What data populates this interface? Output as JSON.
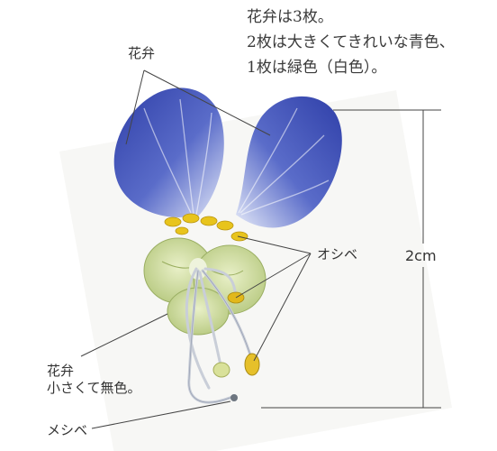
{
  "description": {
    "lines": [
      "花弁は3枚。",
      "2枚は大きくてきれいな青色、",
      "1枚は緑色（白色）。"
    ]
  },
  "labels": {
    "petal_top": "花弁",
    "stamen": "オシベ",
    "petal_small_line1": "花弁",
    "petal_small_line2": "小さくて無色。",
    "pistil": "メシベ",
    "dimension": "2cm"
  },
  "colors": {
    "petal_blue": "#3d4fb8",
    "petal_light": "#b9c6ee",
    "green_petal": "#c9d89a",
    "anther_yellow": "#e8c41c",
    "leader_line": "#444444"
  }
}
